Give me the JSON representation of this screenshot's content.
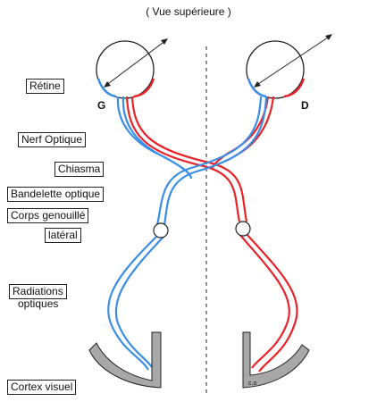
{
  "title": "( Vue supérieure )",
  "labels": {
    "retine": "Rétine",
    "nerf_optique": "Nerf Optique",
    "chiasma": "Chiasma",
    "bandelette_optique": "Bandelette optique",
    "corps_genouille_line1": "Corps genouillé",
    "corps_genouille_line2": "latéral",
    "radiations_line1": "Radiations",
    "radiations_line2": "optiques",
    "cortex_visuel": "Cortex visuel"
  },
  "eyes": {
    "left": "G",
    "right": "D"
  },
  "cortex_marker": "c.o",
  "colors": {
    "left_field_pathway": "#3a8ee6",
    "right_field_pathway": "#e8232a",
    "cortex": "#a8a8a8",
    "outline": "#222222"
  }
}
